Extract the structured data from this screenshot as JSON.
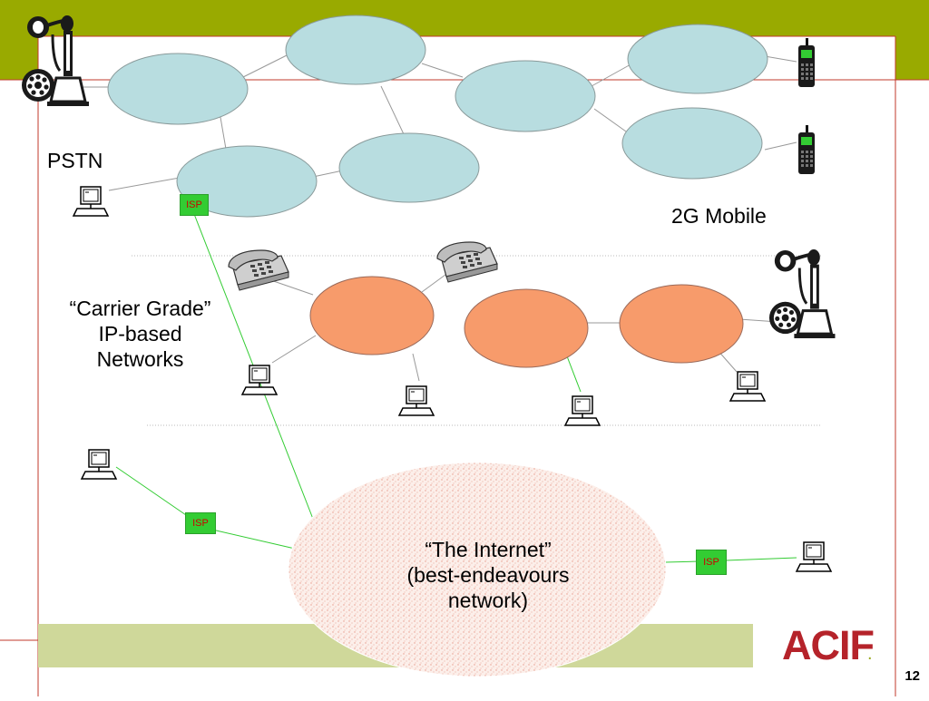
{
  "labels": {
    "pstn": "PSTN",
    "mobile": "2G Mobile",
    "carrier": "“Carrier Grade”\nIP-based\nNetworks",
    "internet": "“The Internet”\n(best-endeavours\nnetwork)",
    "isp": "ISP",
    "page_number": "12"
  },
  "logo": {
    "text": "ACIF",
    "dot": "."
  },
  "colors": {
    "header_bar": "#99aa00",
    "frame_line": "#c0392b",
    "bottom_band": "#cfd89a",
    "pstn_cloud": "#b8dde0",
    "ip_cloud": "#f79b6b",
    "internet_cloud": "#fbe9e4",
    "isp_link": "#33cc33",
    "logo": "#b5232a"
  },
  "icons": [
    "candlestick-phone-icon",
    "mobile-phone-icon",
    "desk-phone-icon",
    "computer-icon"
  ]
}
